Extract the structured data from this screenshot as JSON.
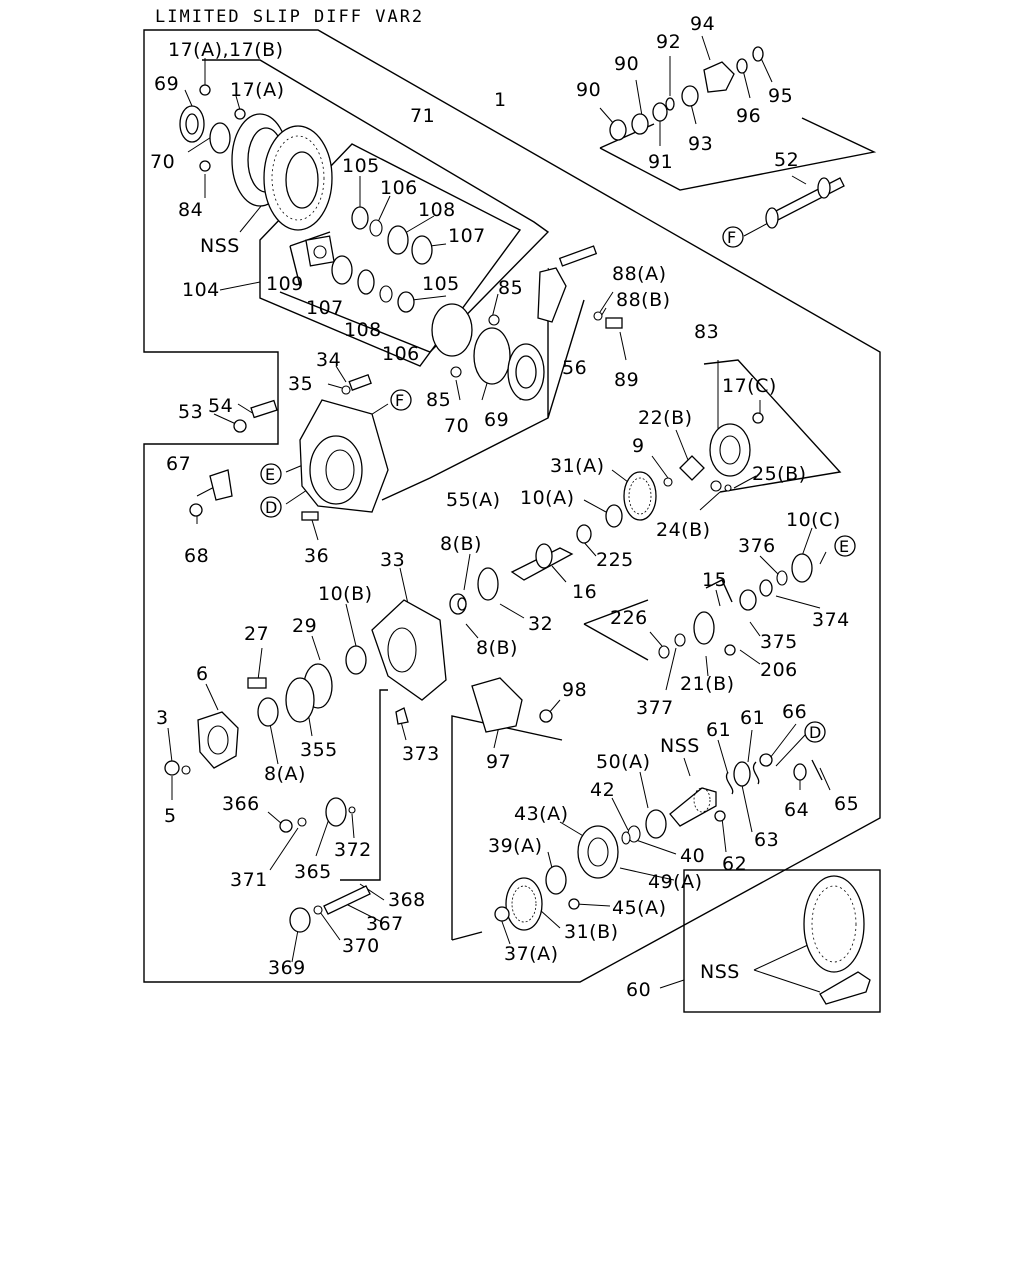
{
  "title": "LIMITED SLIP DIFF VAR2",
  "labels": [
    {
      "id": "l-17ab",
      "text": "17(A),17(B)"
    },
    {
      "id": "l-69a",
      "text": "69"
    },
    {
      "id": "l-17a",
      "text": "17(A)"
    },
    {
      "id": "l-70a",
      "text": "70"
    },
    {
      "id": "l-84",
      "text": "84"
    },
    {
      "id": "l-nss1",
      "text": "NSS"
    },
    {
      "id": "l-71",
      "text": "71"
    },
    {
      "id": "l-1",
      "text": "1"
    },
    {
      "id": "l-105a",
      "text": "105"
    },
    {
      "id": "l-106a",
      "text": "106"
    },
    {
      "id": "l-108a",
      "text": "108"
    },
    {
      "id": "l-107a",
      "text": "107"
    },
    {
      "id": "l-104",
      "text": "104"
    },
    {
      "id": "l-109",
      "text": "109"
    },
    {
      "id": "l-107b",
      "text": "107"
    },
    {
      "id": "l-108b",
      "text": "108"
    },
    {
      "id": "l-106b",
      "text": "106"
    },
    {
      "id": "l-105b",
      "text": "105"
    },
    {
      "id": "l-85a",
      "text": "85"
    },
    {
      "id": "l-85b",
      "text": "85"
    },
    {
      "id": "l-70b",
      "text": "70"
    },
    {
      "id": "l-69b",
      "text": "69"
    },
    {
      "id": "l-56",
      "text": "56"
    },
    {
      "id": "l-88a",
      "text": "88(A)"
    },
    {
      "id": "l-88b",
      "text": "88(B)"
    },
    {
      "id": "l-89",
      "text": "89"
    },
    {
      "id": "l-90a",
      "text": "90"
    },
    {
      "id": "l-90b",
      "text": "90"
    },
    {
      "id": "l-92",
      "text": "92"
    },
    {
      "id": "l-94",
      "text": "94"
    },
    {
      "id": "l-95",
      "text": "95"
    },
    {
      "id": "l-96",
      "text": "96"
    },
    {
      "id": "l-93",
      "text": "93"
    },
    {
      "id": "l-91",
      "text": "91"
    },
    {
      "id": "l-52",
      "text": "52"
    },
    {
      "id": "l-f1",
      "text": "F"
    },
    {
      "id": "l-34",
      "text": "34"
    },
    {
      "id": "l-35",
      "text": "35"
    },
    {
      "id": "l-54",
      "text": "54"
    },
    {
      "id": "l-53",
      "text": "53"
    },
    {
      "id": "l-f2",
      "text": "F"
    },
    {
      "id": "l-e1",
      "text": "E"
    },
    {
      "id": "l-d1",
      "text": "D"
    },
    {
      "id": "l-67",
      "text": "67"
    },
    {
      "id": "l-68",
      "text": "68"
    },
    {
      "id": "l-36",
      "text": "36"
    },
    {
      "id": "l-55a",
      "text": "55(A)"
    },
    {
      "id": "l-83",
      "text": "83"
    },
    {
      "id": "l-17c",
      "text": "17(C)"
    },
    {
      "id": "l-22b",
      "text": "22(B)"
    },
    {
      "id": "l-9",
      "text": "9"
    },
    {
      "id": "l-31a",
      "text": "31(A)"
    },
    {
      "id": "l-25b",
      "text": "25(B)"
    },
    {
      "id": "l-10a",
      "text": "10(A)"
    },
    {
      "id": "l-24b",
      "text": "24(B)"
    },
    {
      "id": "l-10c",
      "text": "10(C)"
    },
    {
      "id": "l-e2",
      "text": "E"
    },
    {
      "id": "l-376",
      "text": "376"
    },
    {
      "id": "l-8b1",
      "text": "8(B)"
    },
    {
      "id": "l-225",
      "text": "225"
    },
    {
      "id": "l-33",
      "text": "33"
    },
    {
      "id": "l-16",
      "text": "16"
    },
    {
      "id": "l-15",
      "text": "15"
    },
    {
      "id": "l-374",
      "text": "374"
    },
    {
      "id": "l-10b",
      "text": "10(B)"
    },
    {
      "id": "l-32",
      "text": "32"
    },
    {
      "id": "l-226",
      "text": "226"
    },
    {
      "id": "l-375",
      "text": "375"
    },
    {
      "id": "l-27",
      "text": "27"
    },
    {
      "id": "l-29",
      "text": "29"
    },
    {
      "id": "l-8b2",
      "text": "8(B)"
    },
    {
      "id": "l-206",
      "text": "206"
    },
    {
      "id": "l-21b",
      "text": "21(B)"
    },
    {
      "id": "l-6",
      "text": "6"
    },
    {
      "id": "l-98",
      "text": "98"
    },
    {
      "id": "l-377",
      "text": "377"
    },
    {
      "id": "l-3",
      "text": "3"
    },
    {
      "id": "l-355",
      "text": "355"
    },
    {
      "id": "l-373",
      "text": "373"
    },
    {
      "id": "l-61a",
      "text": "61"
    },
    {
      "id": "l-61b",
      "text": "61"
    },
    {
      "id": "l-66",
      "text": "66"
    },
    {
      "id": "l-d2",
      "text": "D"
    },
    {
      "id": "l-8a",
      "text": "8(A)"
    },
    {
      "id": "l-97",
      "text": "97"
    },
    {
      "id": "l-50a",
      "text": "50(A)"
    },
    {
      "id": "l-nss2",
      "text": "NSS"
    },
    {
      "id": "l-5",
      "text": "5"
    },
    {
      "id": "l-64",
      "text": "64"
    },
    {
      "id": "l-65",
      "text": "65"
    },
    {
      "id": "l-366",
      "text": "366"
    },
    {
      "id": "l-42",
      "text": "42"
    },
    {
      "id": "l-43a",
      "text": "43(A)"
    },
    {
      "id": "l-63",
      "text": "63"
    },
    {
      "id": "l-372",
      "text": "372"
    },
    {
      "id": "l-39a",
      "text": "39(A)"
    },
    {
      "id": "l-40",
      "text": "40"
    },
    {
      "id": "l-62",
      "text": "62"
    },
    {
      "id": "l-371",
      "text": "371"
    },
    {
      "id": "l-365",
      "text": "365"
    },
    {
      "id": "l-49a",
      "text": "49(A)"
    },
    {
      "id": "l-368",
      "text": "368"
    },
    {
      "id": "l-45a",
      "text": "45(A)"
    },
    {
      "id": "l-367",
      "text": "367"
    },
    {
      "id": "l-31b",
      "text": "31(B)"
    },
    {
      "id": "l-370",
      "text": "370"
    },
    {
      "id": "l-37a",
      "text": "37(A)"
    },
    {
      "id": "l-369",
      "text": "369"
    },
    {
      "id": "l-nss3",
      "text": "NSS"
    },
    {
      "id": "l-60",
      "text": "60"
    }
  ]
}
